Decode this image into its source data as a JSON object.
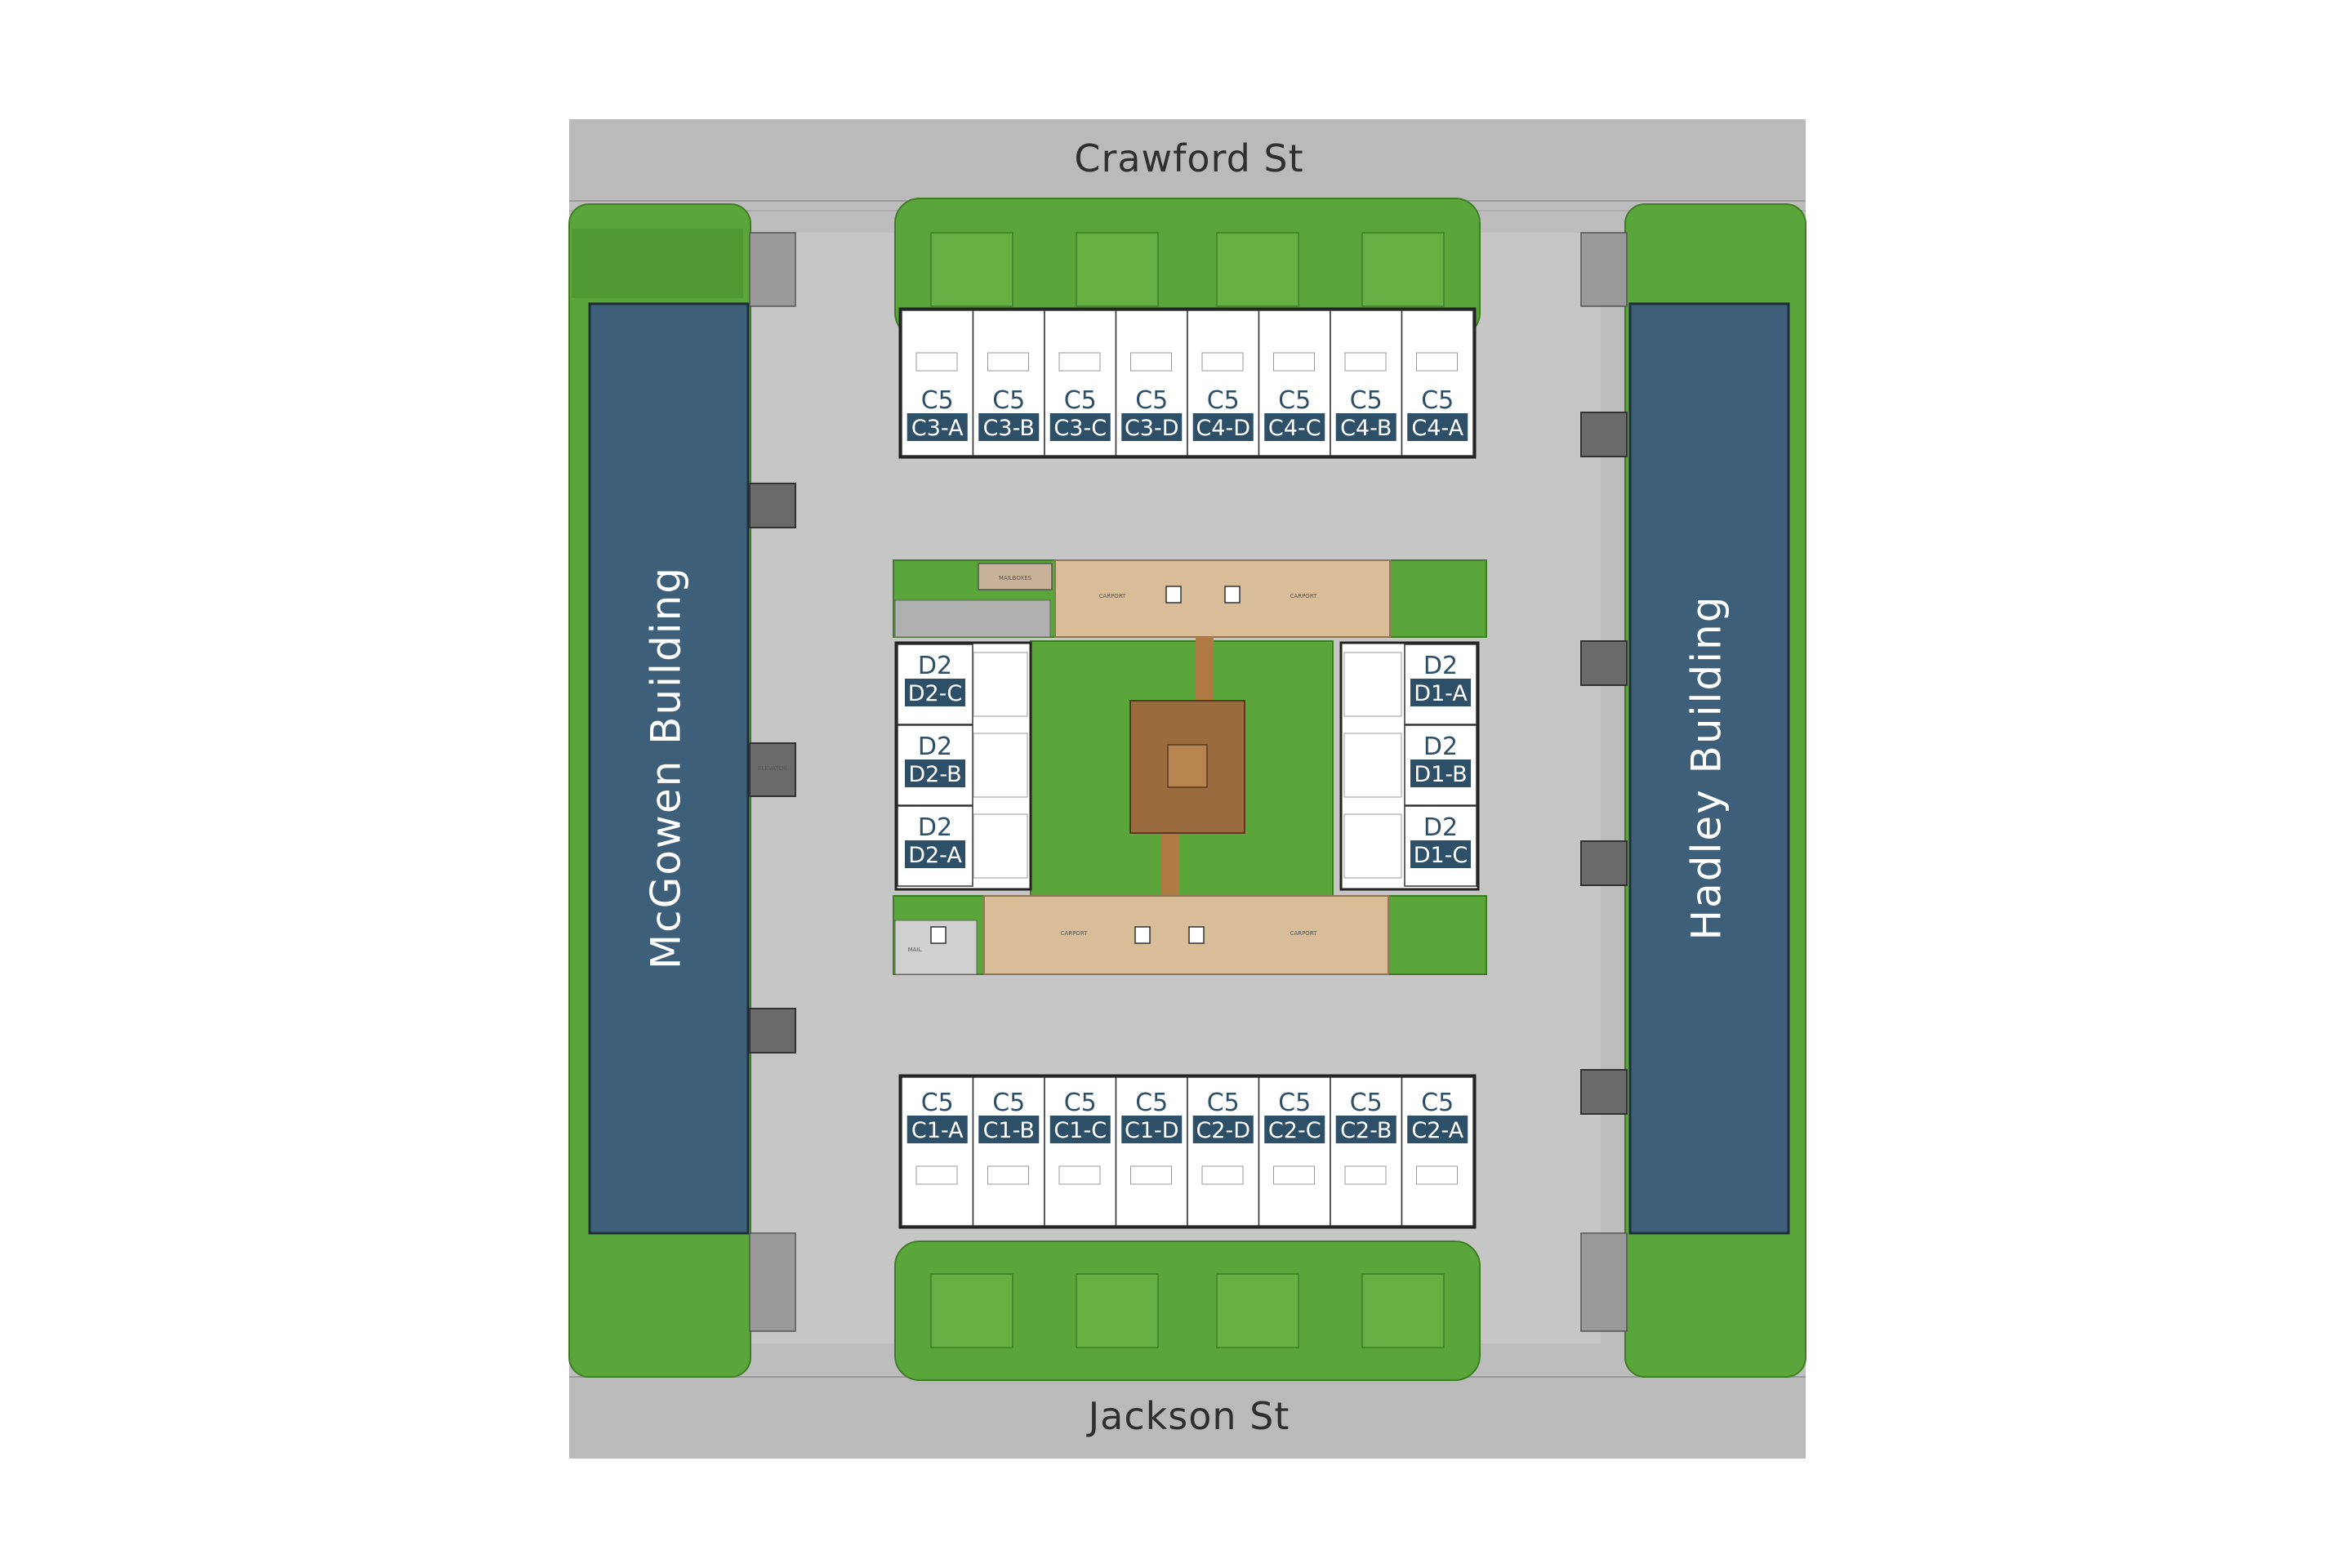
{
  "streets": {
    "north": "Crawford St",
    "south": "Jackson St"
  },
  "buildings": {
    "west": "McGowen Building",
    "east": "Hadley Building"
  },
  "units": {
    "north_row": [
      {
        "top": "C5",
        "tag": "C3-A"
      },
      {
        "top": "C5",
        "tag": "C3-B"
      },
      {
        "top": "C5",
        "tag": "C3-C"
      },
      {
        "top": "C5",
        "tag": "C3-D"
      },
      {
        "top": "C5",
        "tag": "C4-D"
      },
      {
        "top": "C5",
        "tag": "C4-C"
      },
      {
        "top": "C5",
        "tag": "C4-B"
      },
      {
        "top": "C5",
        "tag": "C4-A"
      }
    ],
    "south_row": [
      {
        "top": "C5",
        "tag": "C1-A"
      },
      {
        "top": "C5",
        "tag": "C1-B"
      },
      {
        "top": "C5",
        "tag": "C1-C"
      },
      {
        "top": "C5",
        "tag": "C1-D"
      },
      {
        "top": "C5",
        "tag": "C2-D"
      },
      {
        "top": "C5",
        "tag": "C2-C"
      },
      {
        "top": "C5",
        "tag": "C2-B"
      },
      {
        "top": "C5",
        "tag": "C2-A"
      }
    ],
    "west_column": [
      {
        "top": "D2",
        "tag": "D2-C"
      },
      {
        "top": "D2",
        "tag": "D2-B"
      },
      {
        "top": "D2",
        "tag": "D2-A"
      }
    ],
    "east_column": [
      {
        "top": "D2",
        "tag": "D1-A"
      },
      {
        "top": "D2",
        "tag": "D1-B"
      },
      {
        "top": "D2",
        "tag": "D1-C"
      }
    ]
  },
  "small_labels": {
    "carport": "CARPORT",
    "elevator": "ELEVATOR",
    "mailboxes": "MAILBOXES",
    "mail": "MAIL"
  },
  "colors": {
    "road": "#bdbdbd",
    "grass": "#5aa63a",
    "building": "#3d5f7a",
    "carport": "#d9bc98",
    "unit_tag": "#2e4f68"
  }
}
